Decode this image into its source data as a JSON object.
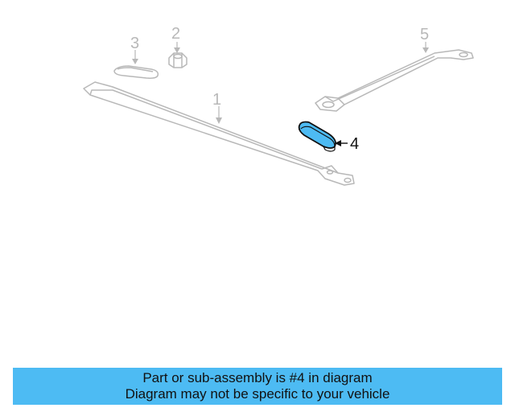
{
  "callouts": [
    {
      "label": "1"
    },
    {
      "label": "2"
    },
    {
      "label": "3"
    },
    {
      "label": "4"
    },
    {
      "label": "5"
    }
  ],
  "banner": {
    "line1": "Part or sub-assembly is #4 in diagram",
    "line2": "Diagram may not be specific to your vehicle"
  },
  "colors": {
    "highlight": "#4dbbf3",
    "ghost_line": "#b8b8b8",
    "active_line": "#111111"
  }
}
